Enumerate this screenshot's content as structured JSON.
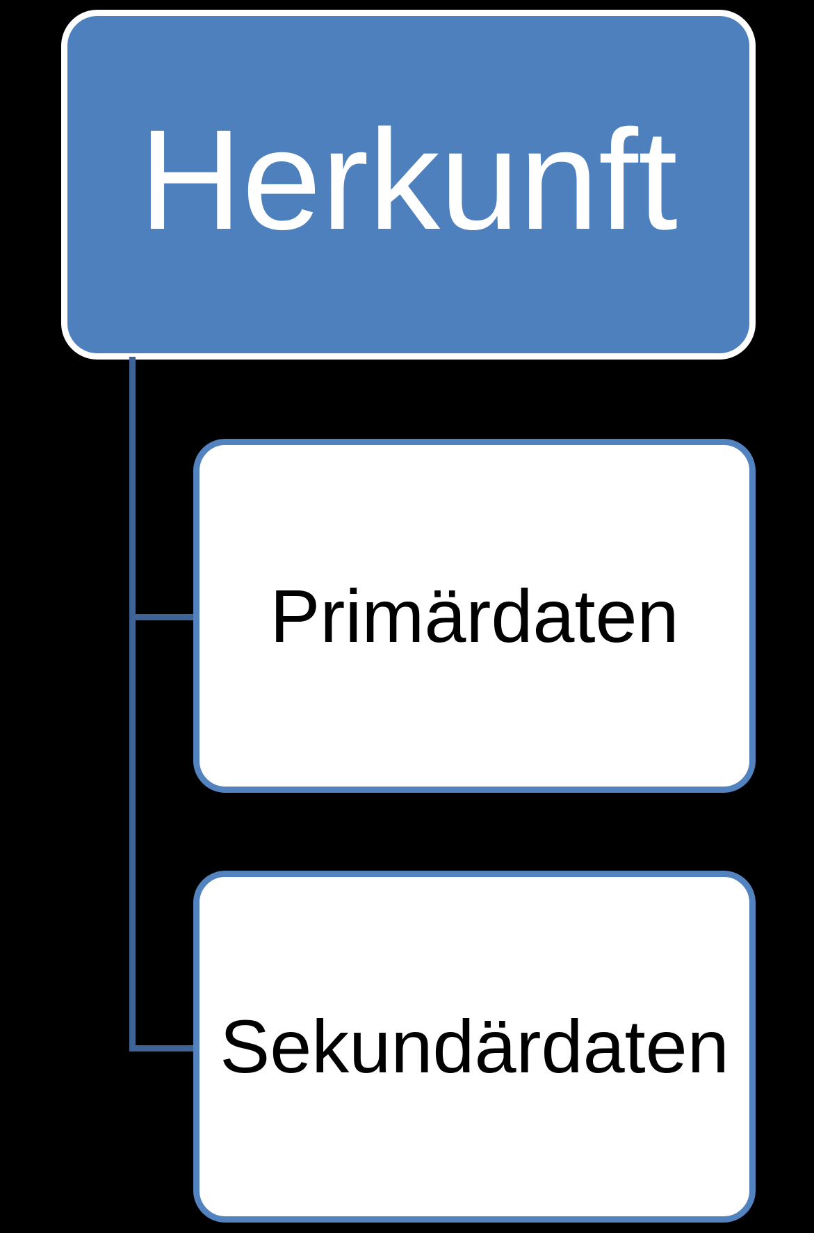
{
  "diagram": {
    "type": "hierarchy",
    "background_color": "#000000",
    "connector_color": "#3D6397",
    "root": {
      "label": "Herkunft",
      "fill_color": "#4D80BC",
      "border_color": "#FFFFFF",
      "text_color": "#FFFFFF"
    },
    "children": [
      {
        "label": "Primärdaten",
        "fill_color": "#FFFFFF",
        "border_color": "#5383BF",
        "text_color": "#000000"
      },
      {
        "label": "Sekundärdaten",
        "fill_color": "#FFFFFF",
        "border_color": "#5383BF",
        "text_color": "#000000"
      }
    ]
  }
}
